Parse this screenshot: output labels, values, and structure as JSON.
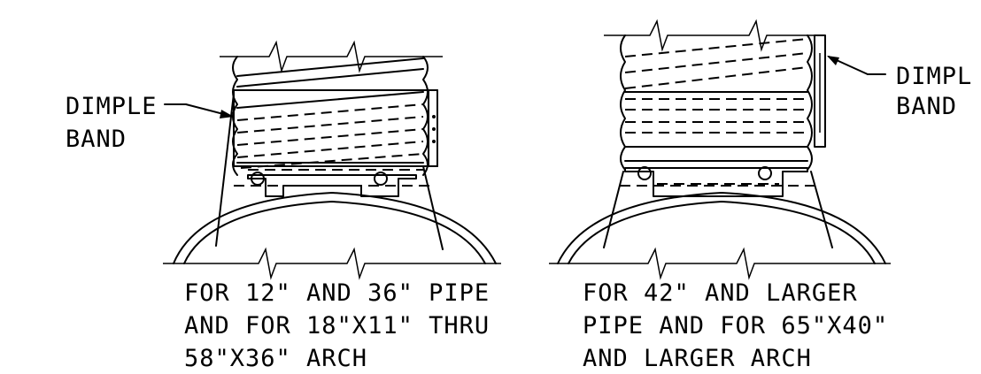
{
  "left_detail": {
    "label_line1": "DIMPLE",
    "label_line2": "BAND",
    "caption_line1": "FOR 12\" AND 36\" PIPE",
    "caption_line2": "AND FOR 18\"X11\" THRU",
    "caption_line3": "58\"X36\" ARCH"
  },
  "right_detail": {
    "label_line1": "DIMPL",
    "label_line2": "BAND",
    "caption_line1": "FOR 42\" AND LARGER",
    "caption_line2": "PIPE AND FOR 65\"X40\"",
    "caption_line3": "AND LARGER ARCH"
  },
  "colors": {
    "ink": "#000000",
    "paper": "#ffffff"
  }
}
